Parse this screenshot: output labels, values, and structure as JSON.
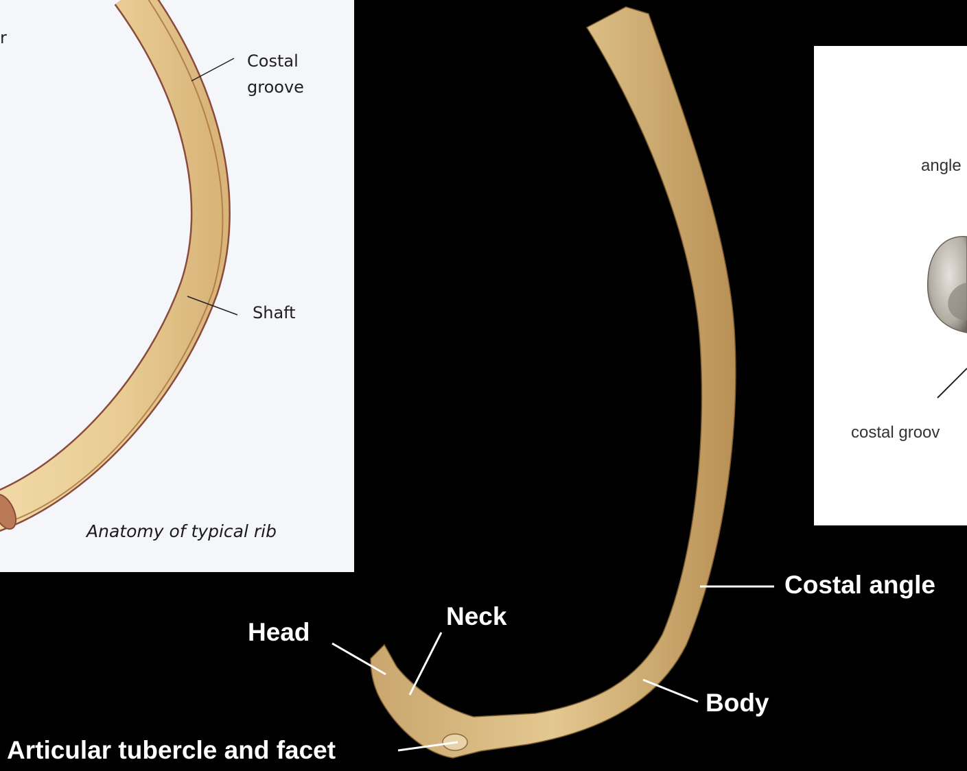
{
  "left_diagram": {
    "edge_fragment": "r",
    "labels": {
      "costal_groove": "Costal\ngroove",
      "shaft": "Shaft"
    },
    "caption": "Anatomy of typical rib"
  },
  "right_inset": {
    "angle_label": "angle",
    "costal_groove_label": "costal groov"
  },
  "photo_labels": {
    "costal_angle": "Costal angle",
    "neck": "Neck",
    "head": "Head",
    "body": "Body",
    "articular_tubercle": "Articular tubercle and facet"
  },
  "colors": {
    "background": "#000000",
    "diagram_panel": "#f4f6fa",
    "rib_fill": "#ebcf96",
    "rib_outline": "#8a4a3c",
    "bone_photo": "#dcc08a",
    "label_text": "#ffffff"
  }
}
